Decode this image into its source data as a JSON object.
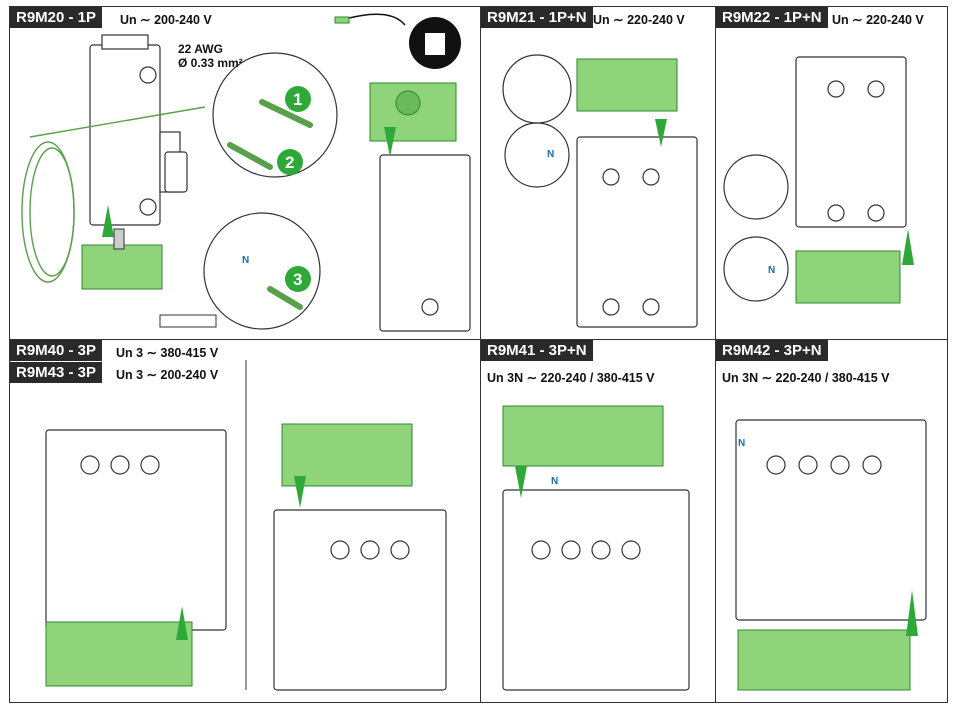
{
  "panels": {
    "r9m20": {
      "model": "R9M20 - 1P",
      "voltage": "Un ∼ 200-240 V",
      "awg": "22 AWG",
      "diameter": "Ø 0.33 mm²",
      "steps": [
        "1",
        "2",
        "3"
      ],
      "n_label": "N"
    },
    "r9m21": {
      "model": "R9M21 - 1P+N",
      "voltage": "Un ∼ 220-240 V",
      "n_label": "N"
    },
    "r9m22": {
      "model": "R9M22 - 1P+N",
      "voltage": "Un ∼ 220-240 V",
      "n_label": "N"
    },
    "r9m40": {
      "model": "R9M40 - 3P",
      "voltage": "Un 3 ∼ 380-415 V"
    },
    "r9m43": {
      "model": "R9M43 - 3P",
      "voltage": "Un 3 ∼ 200-240 V"
    },
    "r9m41": {
      "model": "R9M41 - 3P+N",
      "voltage": "Un 3N ∼ 220-240 / 380-415 V",
      "n_label": "N"
    },
    "r9m42": {
      "model": "R9M42 - 3P+N",
      "voltage": "Un 3N ∼ 220-240 / 380-415 V",
      "n_label": "N"
    }
  },
  "icons": [
    "recycle-bin-icon",
    "arrow-up-icon",
    "arrow-down-icon",
    "breaker-icon",
    "sensor-icon"
  ],
  "colors": {
    "sensor_green": "#8fd47a",
    "sensor_dark": "#2e8a2e",
    "arrow_green": "#2fa83a",
    "label_bg": "#2a2a2a",
    "line": "#333333"
  }
}
